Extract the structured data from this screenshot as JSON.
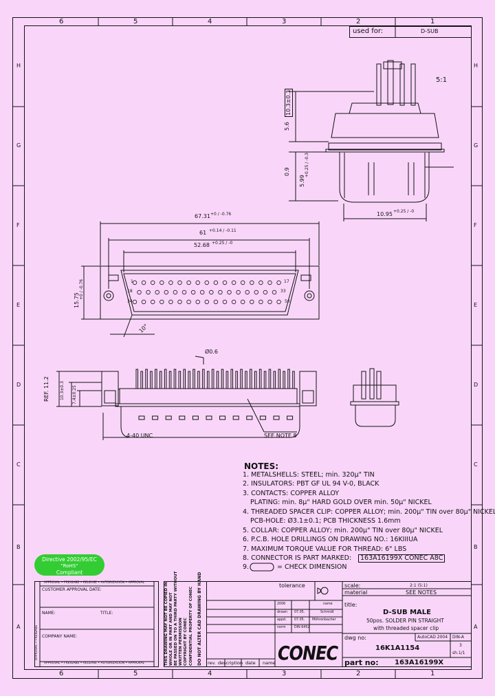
{
  "frame": {
    "top_cols": [
      "6",
      "5",
      "4",
      "3",
      "2",
      "1"
    ],
    "bottom_cols": [
      "6",
      "5",
      "4",
      "3",
      "2",
      "1"
    ],
    "left_rows": [
      "H",
      "G",
      "F",
      "E",
      "D",
      "C",
      "B",
      "A"
    ],
    "right_rows": [
      "H",
      "G",
      "F",
      "E",
      "D",
      "C",
      "B",
      "A"
    ]
  },
  "used_for": {
    "label": "used for:",
    "value": "D-SUB"
  },
  "scale_note": "5:1",
  "dims": {
    "side_top": "10.3±0.3",
    "side_56": "5.6",
    "side_09": "0.9",
    "side_599": "5.99",
    "side_599_tol": "+0.25 / -0.3",
    "side_1095": "10.95",
    "side_1095_tol": "+0.25 / -0",
    "w_6731": "67.31",
    "w_6731_tol": "+0 / -0.76",
    "w_61": "61",
    "w_61_tol": "+0.14 / -0.11",
    "w_5268": "52.68",
    "w_5268_tol": "+0.25 / -0",
    "h_1575": "15.75",
    "h_1575_tol": "+0 / -0.76",
    "angle": "10°",
    "pin_1": "1",
    "pin_17": "17",
    "pin_18": "18",
    "pin_33": "33",
    "pin_34": "34",
    "pin_50": "50",
    "dia_06": "Ø0.6",
    "ref_112": "REF. 11.2",
    "d_103": "10.3±0.3",
    "d_74": "7.4±0.25",
    "unc": "4-40 UNC",
    "see_note": "SEE NOTE 8"
  },
  "notes": {
    "title": "NOTES:",
    "lines": [
      "1. METALSHELLS: STEEL; min. 320µ\" TIN",
      "2. INSULATORS: PBT GF UL 94 V-0, BLACK",
      "3. CONTACTS: COPPER ALLOY",
      "PLATING: min. 8µ\" HARD GOLD OVER min. 50µ\" NICKEL",
      "4. THREADED SPACER CLIP: COPPER ALLOY; min. 200µ\" TIN over 80µ\" NICKEL",
      "PCB-HOLE: Ø3.1±0.1; PCB THICKNESS 1.6mm",
      "5. COLLAR: COPPER ALLOY; min. 200µ\" TIN over 80µ\" NICKEL",
      "6. P.C.B. HOLE DRILLINGS ON DRAWING NO.: 16KIIIUA",
      "7. MAXIMUM TORQUE VALUE FOR THREAD: 6\" LBS",
      "8. CONNECTOR IS PART MARKED:",
      "9."
    ],
    "marking": "163A16199X  CONEC  A8C",
    "check": "= CHECK DIMENSION"
  },
  "rohs": {
    "line1": "Directive 2002/95/EC",
    "line2": "\"RoHS\"",
    "line3": "Compliant"
  },
  "customer": {
    "approval_top": "APPROVAL • FREIGABE • RELEASE • AUTORIZACIÓN • APPROVAL",
    "approval_bottom": "APPROVAL • FREIGABE • RELEASE • AUTORIZACIÓN • APPROVAL",
    "side": "APPROVAL • FREIGABE",
    "date": "CUSTOMER APPROVAL DATE:",
    "name": "NAME:",
    "title": "TITLE:",
    "company": "COMPANY NAME:"
  },
  "legal": {
    "l1": "THIS DRAWING MAY NOT BE COPIED IN",
    "l2": "WHOLE OR IN PART AND MAY NOT",
    "l3": "BE PASSED ON TO A THIRD PARTY WITHOUT",
    "l4": "WRITTEN PERMISSION",
    "l5": "COPYRIGHT BY CONEC",
    "l6": "CONFIDENTIAL PROPERTY OF CONEC",
    "l7": "DO NOT ALTER CAD DRAWING BY HAND"
  },
  "title_block": {
    "tolerance": "tolerance",
    "scale_label": "scale:",
    "scale_value": "2:1 (5:1)",
    "material_label": "material",
    "material_value": "SEE NOTES",
    "title_label": "title:",
    "title_main": "D-SUB MALE",
    "title_sub1": "50pos.  SOLDER PIN STRAIGHT",
    "title_sub2": "with threaded spacer clip",
    "dwg_label": "dwg no:",
    "cad": "AutoCAD 2004",
    "format": "DIN-A",
    "format_size": "3",
    "sheet": "sh.1/1",
    "dwg_no": "16K1A1154",
    "part_label": "part no:",
    "part_no": "163A16199X",
    "hdr_date": "2006",
    "hdr_name": "name",
    "drawn": "drawn",
    "drawn_date": "07.05.",
    "drawn_name": "Schmidt",
    "appd": "appd.",
    "appd_date": "07.05.",
    "appd_name": "Möhrenbacher",
    "norm": "norm",
    "norm_value": "DIN 6452",
    "rev": "rev.",
    "description": "description",
    "date": "date",
    "name": "name",
    "logo": "CONEC"
  }
}
